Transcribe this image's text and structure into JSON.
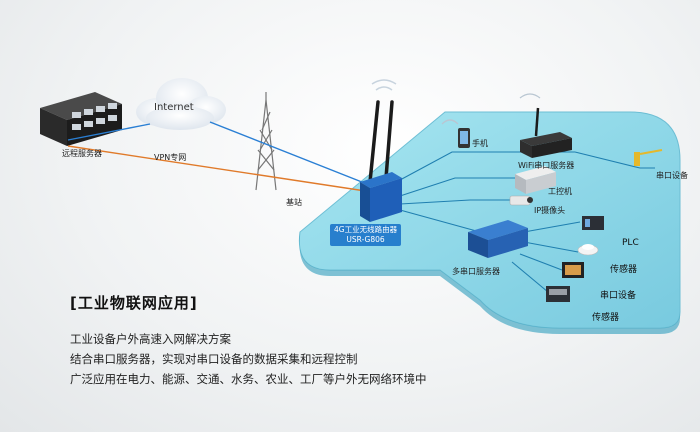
{
  "nodes": {
    "remote_server": "远程服务器",
    "internet": "Internet",
    "vpn": "VPN专网",
    "base_station": "基站",
    "router_line1": "4G工业无线路由器",
    "router_line2": "USR-G806",
    "phone": "手机",
    "wifi_server": "WiFi串口服务器",
    "serial_device_right": "串口设备",
    "ipc": "工控机",
    "ip_camera": "IP摄像头",
    "multi_server": "多串口服务器",
    "plc": "PLC",
    "sensor_1": "传感器",
    "serial_device": "串口设备",
    "sensor_2": "传感器"
  },
  "headline": "[工业物联网应用]",
  "description": [
    "工业设备户外高速入网解决方案",
    "结合串口服务器，实现对串口设备的数据采集和远程控制",
    "广泛应用在电力、能源、交通、水务、农业、工厂等户外无网络环境中"
  ],
  "colors": {
    "platform": "#7fd3e6",
    "link_blue": "#2a7fd4",
    "link_orange": "#e07a2a",
    "router_blue": "#1f5fb8"
  }
}
